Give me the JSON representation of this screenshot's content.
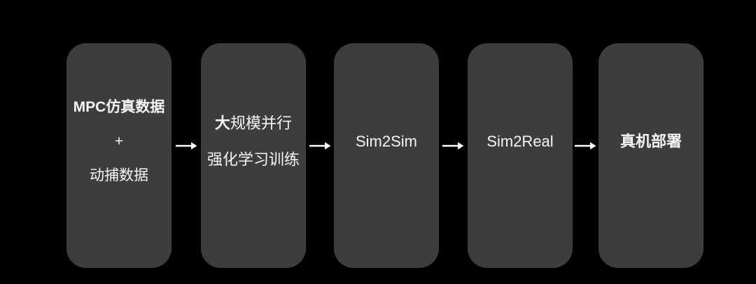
{
  "colors": {
    "background": "#000000",
    "node_fill": "#3d3d3d",
    "text": "#f5f5f5",
    "arrow": "#ffffff"
  },
  "flow": {
    "type": "pipeline-flowchart",
    "direction": "left-to-right",
    "arrow_count": 4,
    "nodes": [
      {
        "name": "training-data",
        "lines": [
          {
            "text": "MPC仿真数据"
          },
          {
            "text": "+"
          },
          {
            "text": "动捕数据"
          }
        ]
      },
      {
        "name": "parallel-rl-training",
        "lines": [
          {
            "segments": [
              {
                "text": "大"
              },
              {
                "text": "规模并行"
              }
            ]
          },
          {
            "text": "强化学习训练"
          }
        ]
      },
      {
        "name": "sim2sim",
        "lines": [
          {
            "text": "Sim2Sim"
          }
        ]
      },
      {
        "name": "sim2real",
        "lines": [
          {
            "text": "Sim2Real"
          }
        ]
      },
      {
        "name": "real-robot-deployment",
        "lines": [
          {
            "text": "真机部署"
          }
        ]
      }
    ]
  }
}
